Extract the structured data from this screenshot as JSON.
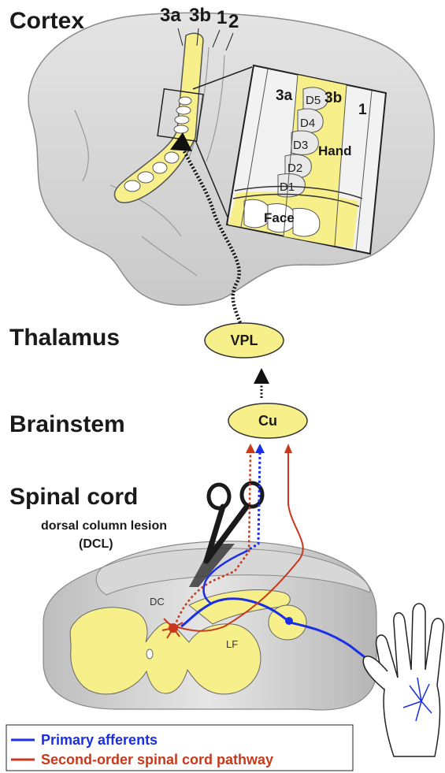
{
  "levels": {
    "cortex": "Cortex",
    "thalamus": "Thalamus",
    "brainstem": "Brainstem",
    "spinal_cord": "Spinal cord"
  },
  "cortical_areas": [
    "3a",
    "3b",
    "1",
    "2"
  ],
  "inset": {
    "areas": [
      "3a",
      "3b",
      "1"
    ],
    "digits": [
      "D5",
      "D4",
      "D3",
      "D2",
      "D1"
    ],
    "hand_label": "Hand",
    "face_label": "Face"
  },
  "nuclei": {
    "thalamus": "VPL",
    "brainstem": "Cu"
  },
  "lesion": {
    "line1": "dorsal column lesion",
    "line2": "(DCL)"
  },
  "cord_labels": {
    "dc": "DC",
    "lf": "LF"
  },
  "legend": {
    "primary": "Primary afferents",
    "second_order": "Second-order spinal cord pathway"
  },
  "colors": {
    "primary": "#1a2ee6",
    "second_order": "#c8391b",
    "yellow": "#f7ef8a",
    "cortex_gray": "#dcdcdc"
  }
}
